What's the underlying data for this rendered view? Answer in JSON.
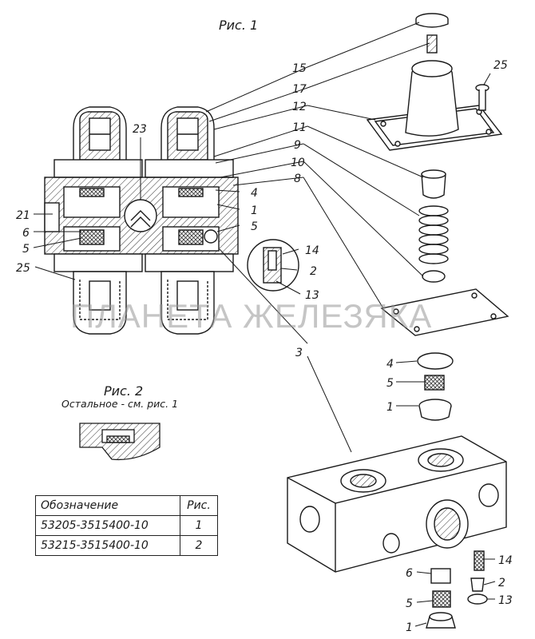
{
  "figure1_caption": "Рис. 1",
  "figure2_caption": "Рис. 2",
  "figure2_note": "Остальное - см. рис. 1",
  "watermark": "ПЛАНЕТА ЖЕЛЕЗЯКА",
  "table": {
    "headers": [
      "Обозначение",
      "Рис."
    ],
    "rows": [
      [
        "53205-3515400-10",
        "1"
      ],
      [
        "53215-3515400-10",
        "2"
      ]
    ]
  },
  "callouts": {
    "c15": "15",
    "c17": "17",
    "c12": "12",
    "c11": "11",
    "c9": "9",
    "c10": "10",
    "c8": "8",
    "c23": "23",
    "c4": "4",
    "c1": "1",
    "c5r": "5",
    "c21": "21",
    "c6l": "6",
    "c5l": "5",
    "c25l": "25",
    "c14a": "14",
    "c2a": "2",
    "c13a": "13",
    "c3": "3",
    "c25r": "25",
    "c4e": "4",
    "c5e": "5",
    "c1e": "1",
    "c14b": "14",
    "c2b": "2",
    "c13b": "13",
    "c6b": "6",
    "c5b": "5",
    "c1b": "1"
  }
}
